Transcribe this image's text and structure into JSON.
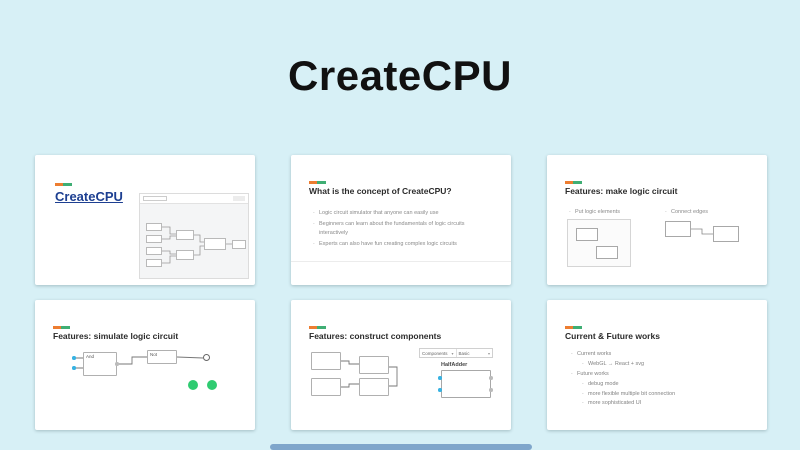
{
  "page": {
    "title": "CreateCPU",
    "background": "#d7f0f6"
  },
  "icons": {
    "chevron_down": "▾"
  },
  "colors": {
    "accent_orange": "#ed7d31",
    "accent_green": "#3fae74",
    "title_navy": "#1d3f91",
    "toggle_green": "#2fcb71",
    "port_blue": "#37b2e2",
    "background": "#d7f0f6"
  },
  "slide1": {
    "title": "CreateCPU"
  },
  "slide2": {
    "title": "What is the concept of CreateCPU?",
    "bullets": [
      "Logic circuit simulator that anyone can easily use",
      "Beginners can learn about the fundamentals of logic circuits interactively",
      "Experts can also have fun creating complex logic circuits"
    ]
  },
  "slide3": {
    "title": "Features: make logic circuit",
    "bullets": [
      "Put logic elements",
      "Connect edges"
    ]
  },
  "slide4": {
    "title": "Features: simulate logic circuit",
    "labels": {
      "and": "And",
      "not": "Not"
    }
  },
  "slide5": {
    "title": "Features: construct components",
    "labels": {
      "components": "Components",
      "basic": "Basic",
      "halfadder": "HalfAdder"
    }
  },
  "slide6": {
    "title": "Current & Future works",
    "bullets": [
      {
        "level": 0,
        "text": "Current works"
      },
      {
        "level": 1,
        "text": "WebGL → React + svg"
      },
      {
        "level": 0,
        "text": "Future works"
      },
      {
        "level": 1,
        "text": "debug mode"
      },
      {
        "level": 1,
        "text": "more flexible multiple bit connection"
      },
      {
        "level": 1,
        "text": "more sophisticated UI"
      }
    ]
  }
}
